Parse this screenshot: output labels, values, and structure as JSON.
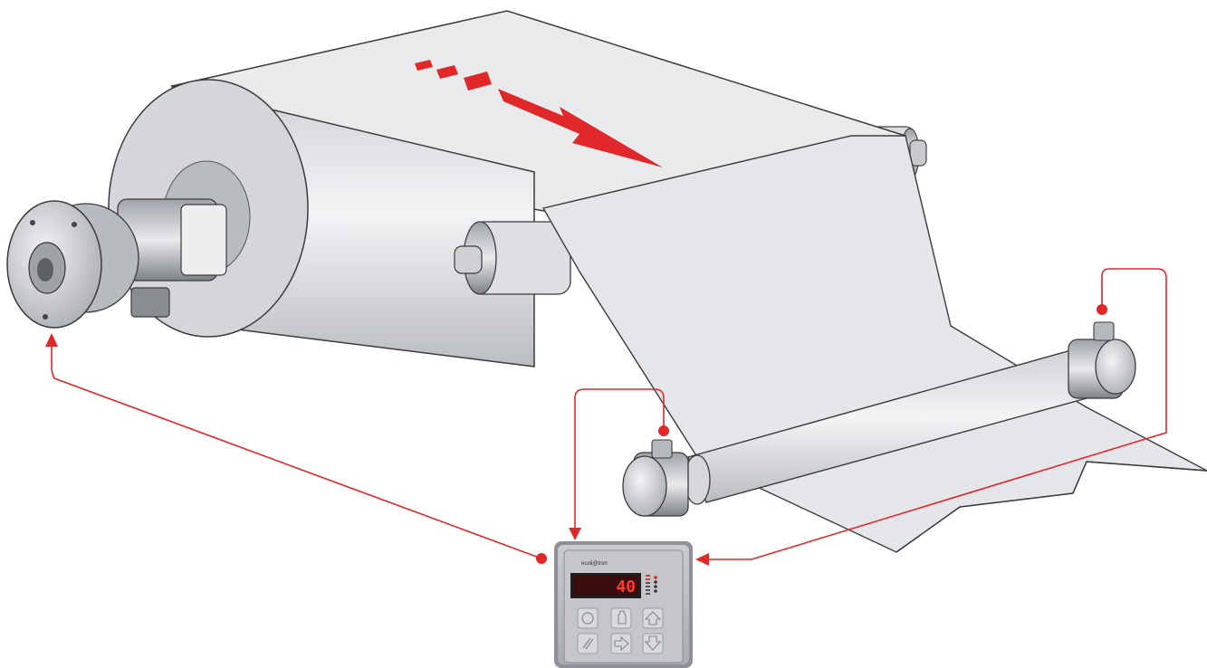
{
  "colors": {
    "accent_red": "#e0282a",
    "web_fill": "#e6e7ea",
    "steel_dark": "#6b6e73",
    "display_red": "#ff3b2f",
    "display_bg": "#3a0d0d"
  },
  "controller": {
    "brand": "ecoli@tron",
    "display_value": "40",
    "indicators": [
      "",
      "",
      "",
      ""
    ],
    "buttons": [
      {
        "icon": "power-icon",
        "label": ""
      },
      {
        "icon": "bottle-icon",
        "label": ""
      },
      {
        "icon": "arrow-up-icon",
        "label": ""
      },
      {
        "icon": "tool-icon",
        "label": ""
      },
      {
        "icon": "arrow-right-icon",
        "label": ""
      },
      {
        "icon": "arrow-down-icon",
        "label": ""
      }
    ]
  },
  "diagram": {
    "components": [
      "unwind-brake",
      "web-roll",
      "tension-sensor-left",
      "tension-sensor-right",
      "measuring-roller",
      "tension-controller"
    ],
    "web_direction": "down-right"
  }
}
